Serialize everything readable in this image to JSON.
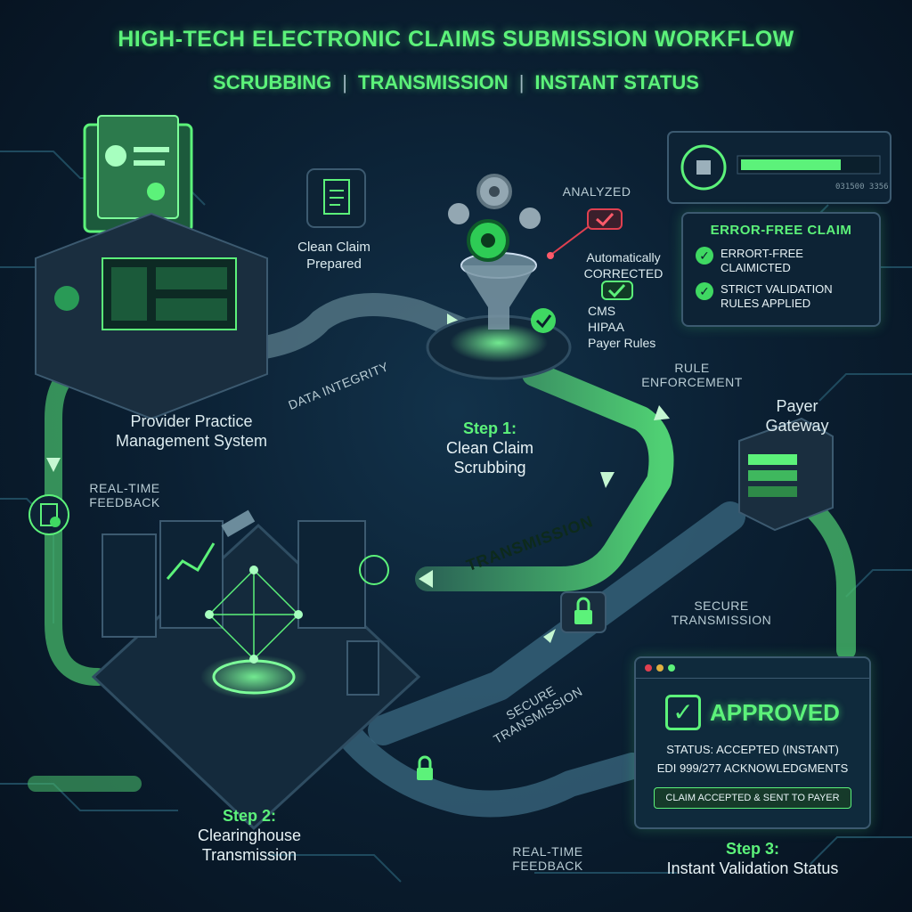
{
  "header": {
    "title": "HIGH-TECH ELECTRONIC CLAIMS SUBMISSION WORKFLOW",
    "subtitle": [
      "SCRUBBING",
      "TRANSMISSION",
      "INSTANT STATUS"
    ]
  },
  "nodes": {
    "provider": "Provider Practice Management System",
    "clean_claim": "Clean Claim Prepared",
    "step1_num": "Step 1:",
    "step1_name": "Clean Claim Scrubbing",
    "step2_num": "Step 2:",
    "step2_name": "Clearinghouse Transmission",
    "step3_num": "Step 3:",
    "step3_name": "Instant Validation Status",
    "payer": "Payer Gateway"
  },
  "labels": {
    "analyzed": "ANALYZED",
    "auto_corrected": "Automatically CORRECTED",
    "rules": [
      "CMS",
      "HIPAA",
      "Payer Rules"
    ],
    "rule_enforcement": "RULE ENFORCEMENT",
    "data_integrity": "DATA INTEGRITY",
    "transmission": "TRANSMISSION",
    "real_time_feedback": "REAL-TIME FEEDBACK",
    "secure_transmission": "SECURE TRANSMISSION",
    "device_code": "031500 3356"
  },
  "error_free_panel": {
    "title": "ERROR-FREE CLAIM",
    "items": [
      "ERRORT-FREE CLAIMICTED",
      "STRICT VALIDATION RULES APPLIED"
    ]
  },
  "status_panel": {
    "approved": "APPROVED",
    "status": "STATUS: ACCEPTED (INSTANT)",
    "edi": "EDI 999/277 ACKNOWLEDGMENTS",
    "button": "CLAIM ACCEPTED & SENT TO PAYER"
  },
  "colors": {
    "accent": "#5cf27a",
    "panel": "#0d2335",
    "background": "#0b2033"
  }
}
